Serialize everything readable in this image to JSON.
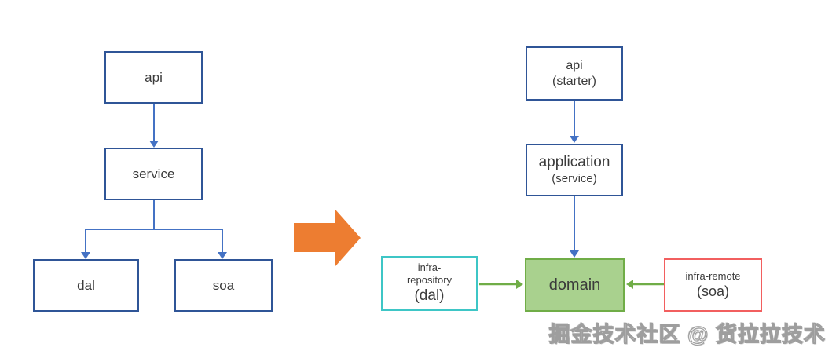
{
  "colors": {
    "blue_box_border": "#2f5597",
    "connector_blue": "#4472c4",
    "orange_arrow": "#ed7d31",
    "teal_box_border": "#3ec6c6",
    "red_box_border": "#f25f5f",
    "green_border": "#70ad47",
    "green_fill": "#a9d18e",
    "text": "#3b3b3b"
  },
  "left_diagram": {
    "api": {
      "label": "api"
    },
    "service": {
      "label": "service"
    },
    "dal": {
      "label": "dal"
    },
    "soa": {
      "label": "soa"
    }
  },
  "right_diagram": {
    "api_starter": {
      "line1": "api",
      "line2": "(starter)"
    },
    "application": {
      "line1": "application",
      "line2": "(service)"
    },
    "domain": {
      "label": "domain"
    },
    "infra_repository": {
      "line1": "infra-",
      "line2": "repository",
      "line3": "(dal)"
    },
    "infra_remote": {
      "line1": "infra-remote",
      "line2": "(soa)"
    }
  },
  "watermark": {
    "text": "掘金技术社区 @ 货拉拉技术"
  }
}
